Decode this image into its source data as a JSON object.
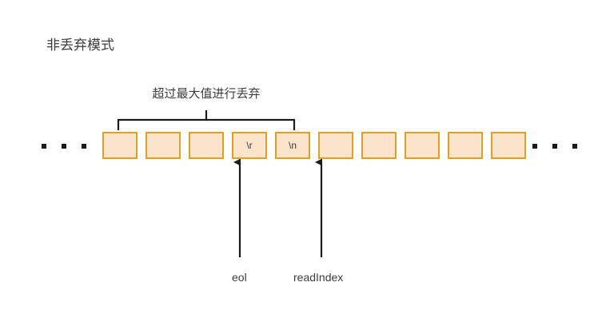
{
  "diagram": {
    "title": "非丢弃模式",
    "bracket": {
      "label": "超过最大值进行丢弃",
      "span_start_cell": 0,
      "span_end_cell": 4
    },
    "buffer": {
      "left_ellipsis": "...",
      "right_ellipsis": "...",
      "cells": [
        {
          "text": ""
        },
        {
          "text": ""
        },
        {
          "text": ""
        },
        {
          "text": "\\r"
        },
        {
          "text": "\\n"
        },
        {
          "text": ""
        },
        {
          "text": ""
        },
        {
          "text": ""
        },
        {
          "text": ""
        },
        {
          "text": ""
        }
      ]
    },
    "pointers": [
      {
        "label": "eol",
        "target_cell": 3
      },
      {
        "label": "readIndex",
        "target_cell": 5
      }
    ],
    "colors": {
      "cell_border": "#E0A020",
      "cell_fill": "#FCE3CC",
      "line": "#1a1a1a",
      "text": "#3c3c3c",
      "background": "#ffffff"
    }
  }
}
